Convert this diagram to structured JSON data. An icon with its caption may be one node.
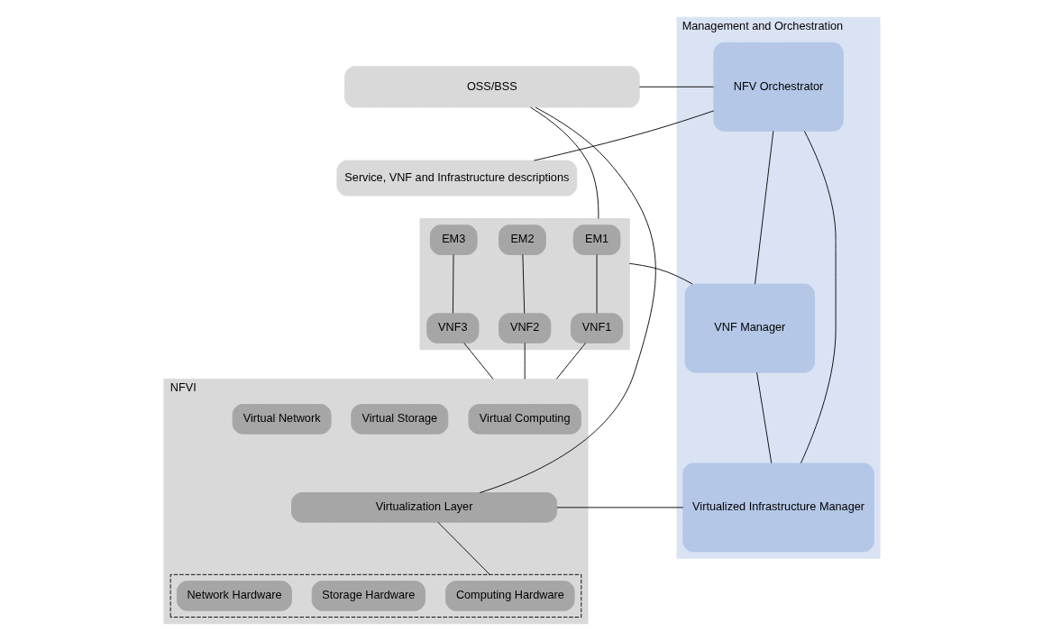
{
  "diagram": {
    "nodes": [
      {
        "text": [
          "OSS/BSS"
        ]
      },
      {
        "text": [
          "Service, VNF and Infrastructure descriptions"
        ]
      },
      {
        "text": [],
        "shape": "box"
      },
      {
        "text": [
          "EM1"
        ],
        "in": 2
      },
      {
        "text": [
          "EM2"
        ],
        "in": 2
      },
      {
        "text": [
          "EM3"
        ],
        "in": 2
      },
      {
        "text": [
          "VNF1"
        ],
        "in": 2
      },
      {
        "text": [
          "VNF2"
        ],
        "in": 2
      },
      {
        "text": [
          "VNF3"
        ],
        "in": 2
      },
      {
        "text": [
          "NFVI"
        ]
      },
      {
        "text": [
          "Virtual Computing"
        ],
        "in": 9
      },
      {
        "text": [
          "Virtual Storage"
        ],
        "in": 9
      },
      {
        "text": [
          "Virtual Network"
        ],
        "in": 9
      },
      {
        "text": [
          "Virtualization Layer"
        ],
        "in": 9
      },
      {
        "text": [],
        "shape": "box",
        "in": 9
      },
      {
        "text": [
          "Computing Hardware"
        ],
        "in": 14
      },
      {
        "text": [
          "Storage Hardware"
        ],
        "in": 14
      },
      {
        "text": [
          "Network Hardware"
        ],
        "in": 14
      },
      {
        "text": [
          "Management and Orchestration"
        ]
      },
      {
        "text": [
          "NFV Orchestrator"
        ],
        "in": 18
      },
      {
        "text": [
          "VNF Manager"
        ],
        "in": 18
      },
      {
        "text": [
          "Virtualized Infrastructure Manager"
        ],
        "in": 18
      }
    ],
    "edges": [
      {
        "from": 0,
        "to": 2,
        "arrow": "none"
      },
      {
        "from": 0,
        "to": 19,
        "arrow": "none"
      },
      {
        "from": 1,
        "to": 19,
        "arrow": "none"
      },
      {
        "from": 3,
        "to": 6,
        "arrow": "none"
      },
      {
        "from": 4,
        "to": 7,
        "arrow": "none"
      },
      {
        "from": 5,
        "to": 8,
        "arrow": "none"
      },
      {
        "from": 6,
        "to": 9,
        "arrow": "none"
      },
      {
        "from": 7,
        "to": 9,
        "arrow": "none"
      },
      {
        "from": 8,
        "to": 9,
        "arrow": "none"
      },
      {
        "from": 2,
        "to": 20,
        "arrow": "none"
      },
      {
        "from": 19,
        "to": 20,
        "arrow": "none"
      },
      {
        "from": 20,
        "to": 21,
        "arrow": "none"
      },
      {
        "from": 19,
        "to": 21,
        "arrow": "none"
      },
      {
        "from": 0,
        "to": 13,
        "arrow": "none"
      },
      {
        "from": 13,
        "to": 21,
        "arrow": "none"
      },
      {
        "from": 13,
        "to": 14,
        "arrow": "none"
      }
    ]
  }
}
